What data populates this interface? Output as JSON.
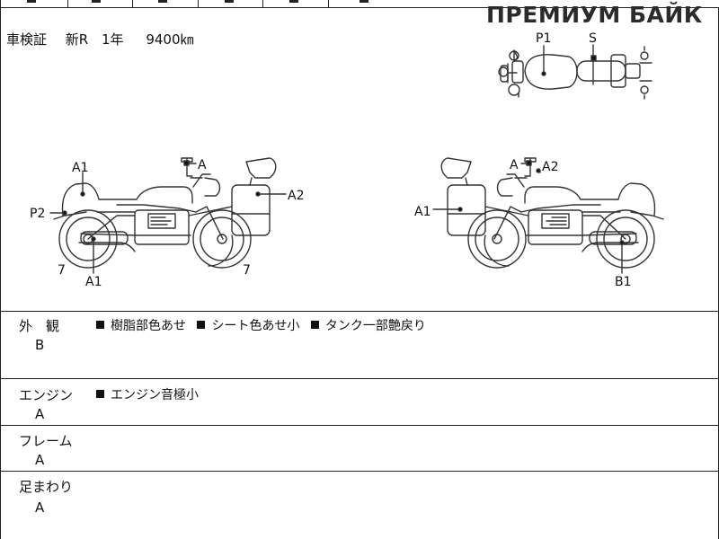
{
  "watermark": "ПРЕМИУМ БАЙК",
  "inspection": {
    "label": "車検証",
    "type": "新R",
    "years": "1年",
    "mileage": "9400㎞"
  },
  "diagram": {
    "top_view": {
      "p1": "P1",
      "s": "S"
    },
    "left_side": {
      "a1_top": "A1",
      "a_mirror": "A",
      "a2_bag": "A2",
      "p2": "P2",
      "seven_front": "7",
      "a1_bottom": "A1",
      "seven_rear": "7"
    },
    "right_side": {
      "a_mirror": "A",
      "a2_tank": "A2",
      "a1_bag": "A1",
      "b1": "B1"
    }
  },
  "sections": {
    "exterior": {
      "label": "外　観",
      "grade": "B",
      "notes": [
        "樹脂部色あせ",
        "シート色あせ小",
        "タンク一部艶戻り"
      ]
    },
    "engine": {
      "label": "エンジン",
      "grade": "A",
      "notes": [
        "エンジン音極小"
      ]
    },
    "frame": {
      "label": "フレーム",
      "grade": "A"
    },
    "suspension": {
      "label": "足まわり",
      "grade": "A"
    }
  }
}
